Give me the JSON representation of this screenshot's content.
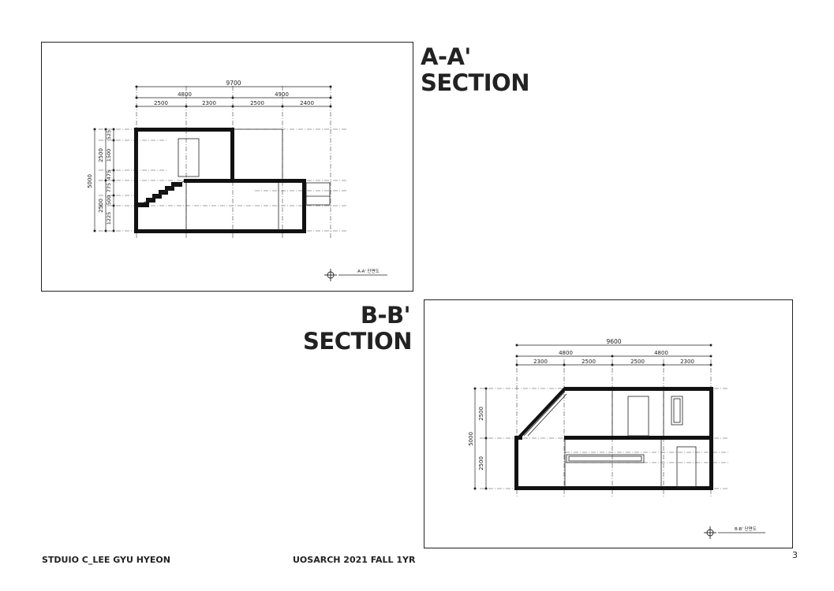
{
  "section_a": {
    "title_line1": "A-A'",
    "title_line2": "SECTION",
    "dims_overall": "9700",
    "dims_mid": [
      "4800",
      "4900"
    ],
    "dims_sub": [
      "2500",
      "2300",
      "2500",
      "2400"
    ],
    "dim_total_height": "5000",
    "dims_height_left": [
      "2500",
      "2500"
    ],
    "dims_height_right": [
      "525",
      "1500",
      "475",
      "775",
      "500",
      "1225"
    ],
    "drawing_label": "A-A' 단면도"
  },
  "section_b": {
    "title_line1": "B-B'",
    "title_line2": "SECTION",
    "dims_overall": "9600",
    "dims_mid": [
      "4800",
      "4800"
    ],
    "dims_sub": [
      "2300",
      "2500",
      "2500",
      "2300"
    ],
    "dim_total_height": "5000",
    "dims_height_left": [
      "2500",
      "2500"
    ],
    "drawing_label": "B-B' 단면도"
  },
  "footer": {
    "studio": "STDUIO C_LEE GYU HYEON",
    "course": "UOSARCH 2021 FALL 1YR",
    "page_number": "3"
  }
}
